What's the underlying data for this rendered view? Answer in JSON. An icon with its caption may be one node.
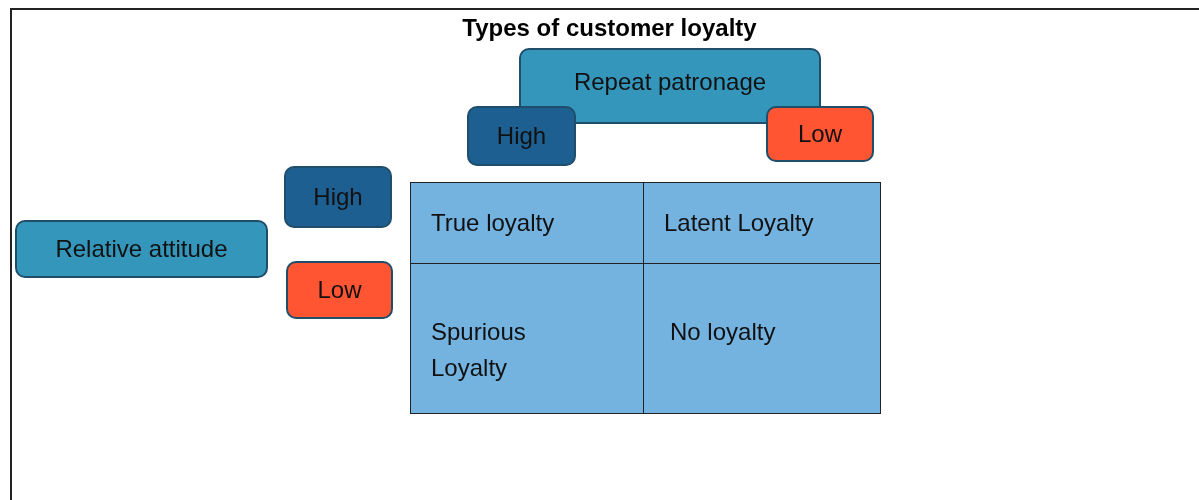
{
  "diagram": {
    "title": "Types of customer loyalty",
    "nodes": [
      {
        "text": [
          "Repeat patronage"
        ]
      },
      {
        "text": [
          "High"
        ]
      },
      {
        "text": [
          "Low"
        ]
      },
      {
        "text": [
          "High"
        ]
      },
      {
        "text": [
          "Relative attitude"
        ]
      },
      {
        "text": [
          "Low"
        ]
      },
      {
        "text": [
          "True loyalty"
        ]
      },
      {
        "text": [
          "Latent Loyalty"
        ]
      },
      {
        "text": [
          "Spurious Loyalty"
        ]
      },
      {
        "text": [
          "No loyalty"
        ]
      }
    ]
  }
}
